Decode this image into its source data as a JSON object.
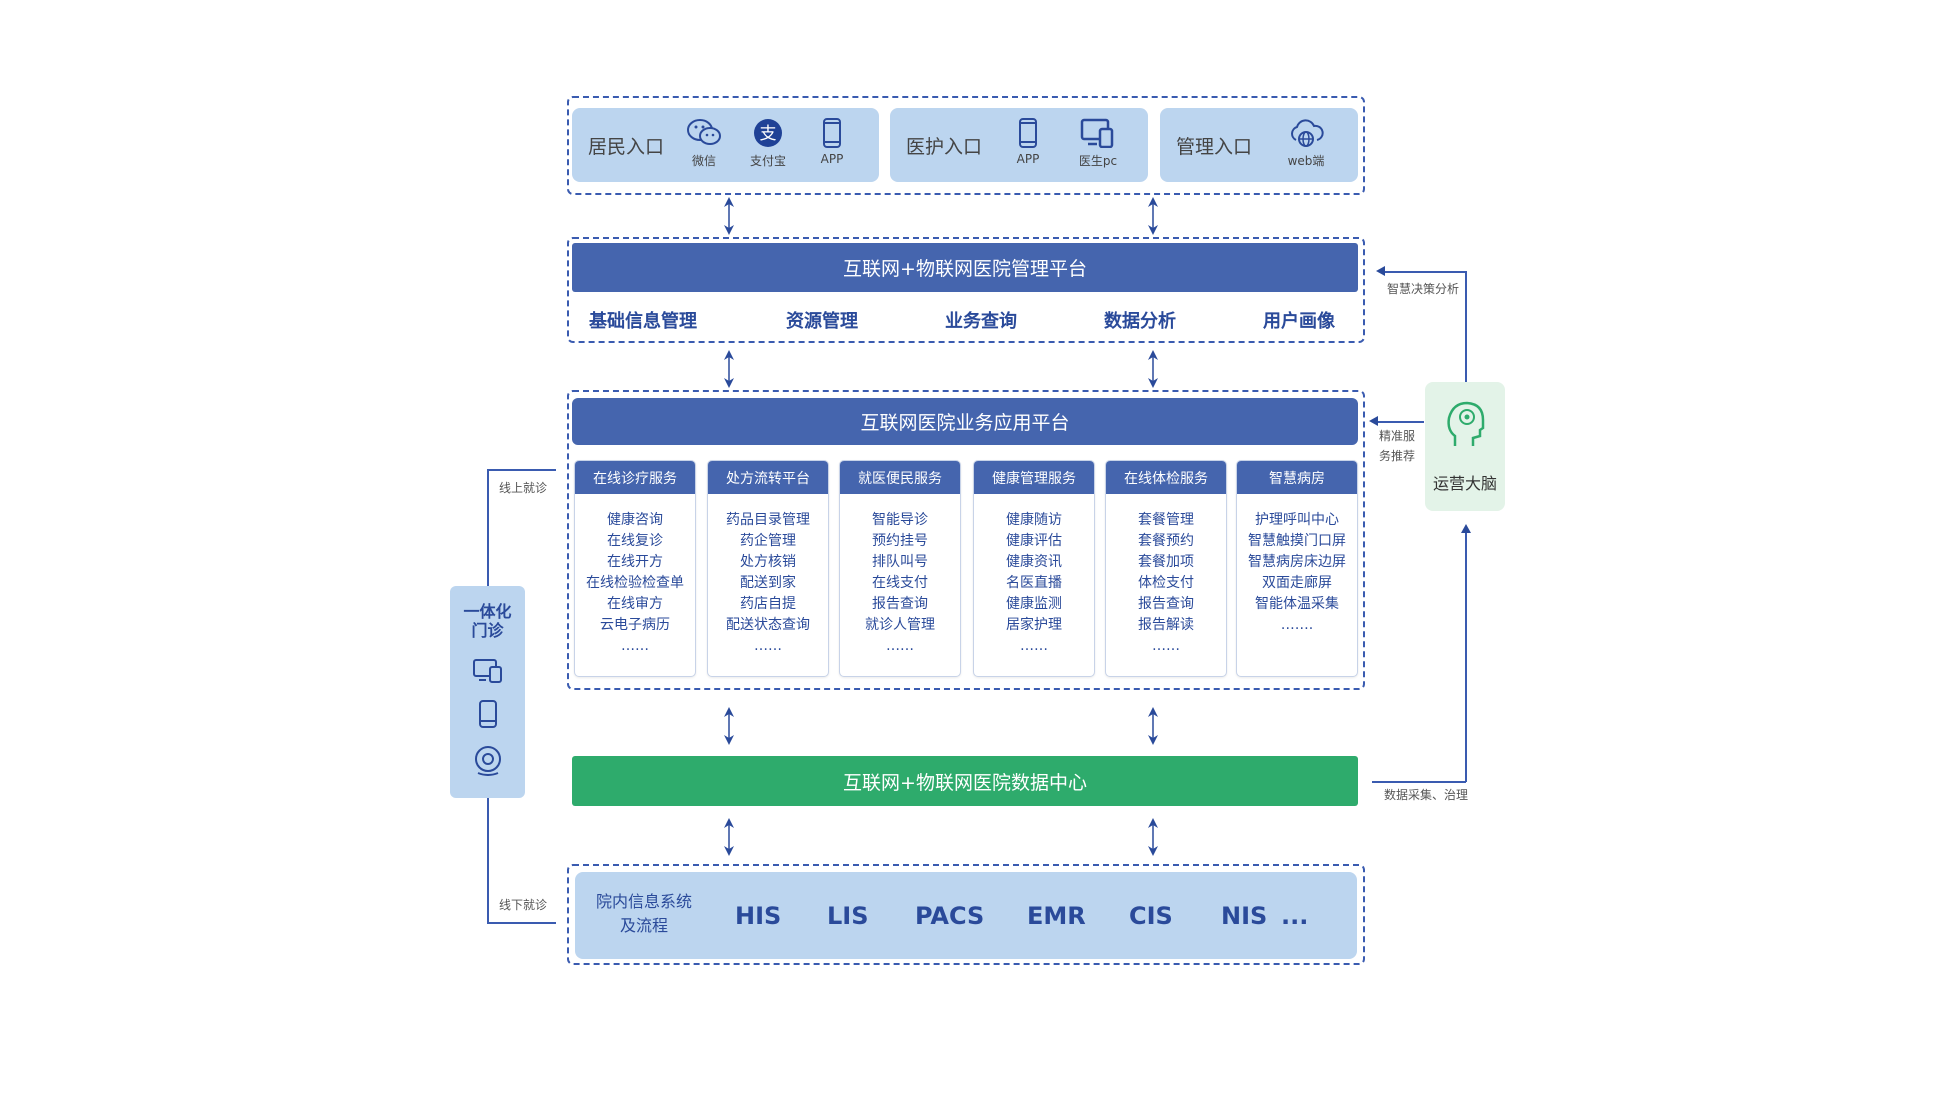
{
  "entries": {
    "resident": {
      "label": "居民入口",
      "icons": [
        {
          "icon": "wechat-icon",
          "label": "微信"
        },
        {
          "icon": "alipay-icon",
          "label": "支付宝"
        },
        {
          "icon": "phone-icon",
          "label": "APP"
        }
      ]
    },
    "medical": {
      "label": "医护入口",
      "icons": [
        {
          "icon": "phone-icon",
          "label": "APP"
        },
        {
          "icon": "desktop-icon",
          "label": "医生pc"
        }
      ]
    },
    "admin": {
      "label": "管理入口",
      "icons": [
        {
          "icon": "cloud-globe-icon",
          "label": "web端"
        }
      ]
    }
  },
  "management": {
    "title": "互联网+物联网医院管理平台",
    "items": [
      "基础信息管理",
      "资源管理",
      "业务查询",
      "数据分析",
      "用户画像"
    ]
  },
  "application": {
    "title": "互联网医院业务应用平台",
    "columns": [
      {
        "title": "在线诊疗服务",
        "items": [
          "健康咨询",
          "在线复诊",
          "在线开方",
          "在线检验检查单",
          "在线审方",
          "云电子病历",
          "……"
        ]
      },
      {
        "title": "处方流转平台",
        "items": [
          "药品目录管理",
          "药企管理",
          "处方核销",
          "配送到家",
          "药店自提",
          "配送状态查询",
          "……"
        ]
      },
      {
        "title": "就医便民服务",
        "items": [
          "智能导诊",
          "预约挂号",
          "排队叫号",
          "在线支付",
          "报告查询",
          "就诊人管理",
          "……"
        ]
      },
      {
        "title": "健康管理服务",
        "items": [
          "健康随访",
          "健康评估",
          "健康资讯",
          "名医直播",
          "健康监测",
          "居家护理",
          "……"
        ]
      },
      {
        "title": "在线体检服务",
        "items": [
          "套餐管理",
          "套餐预约",
          "套餐加项",
          "体检支付",
          "报告查询",
          "报告解读",
          "……"
        ]
      },
      {
        "title": "智慧病房",
        "items": [
          "护理呼叫中心",
          "智慧触摸门口屏",
          "智慧病房床边屏",
          "双面走廊屏",
          "智能体温采集",
          "……."
        ]
      }
    ]
  },
  "datacenter": {
    "title": "互联网+物联网医院数据中心"
  },
  "hospital": {
    "title_line1": "院内信息系统",
    "title_line2": "及流程",
    "systems": [
      "HIS",
      "LIS",
      "PACS",
      "EMR",
      "CIS",
      "NIS",
      "..."
    ]
  },
  "left_panel": {
    "title_line1": "一体化",
    "title_line2": "门诊",
    "online_label": "线上就诊",
    "offline_label": "线下就诊"
  },
  "brain": {
    "label": "运营大脑",
    "decision_label": "智慧决策分析",
    "recommend_line1": "精准服",
    "recommend_line2": "务推荐",
    "collect_label": "数据采集、治理"
  },
  "colors": {
    "primary": "#4565ae",
    "light": "#bcd5ef",
    "green": "#2eab6c",
    "brain_bg": "#e3f3e8",
    "dark_text": "#2a4a9a"
  }
}
